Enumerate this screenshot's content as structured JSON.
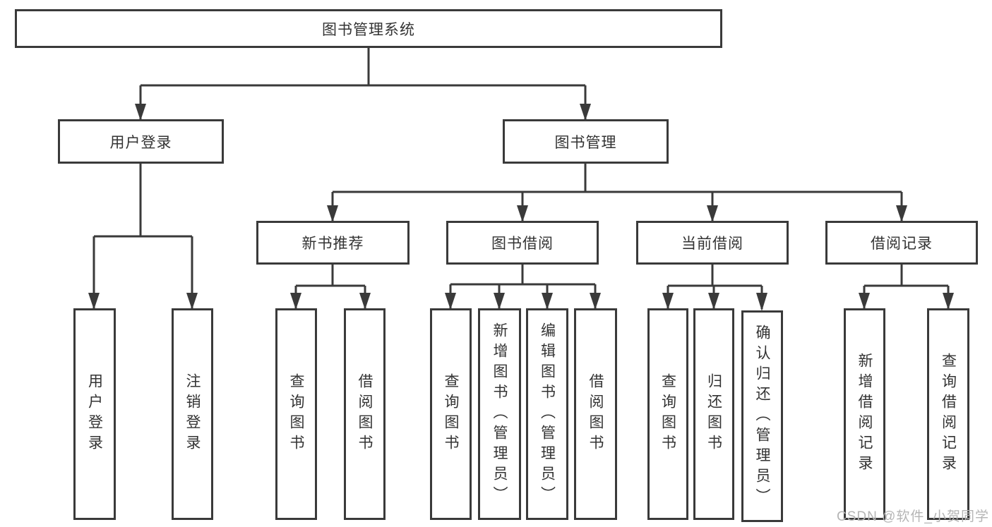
{
  "colors": {
    "line": "#3a3a3a",
    "text": "#333333",
    "watermark": "#b5b5b5",
    "background": "#ffffff"
  },
  "watermark": {
    "text": "CSDN @软件_小贺同学"
  },
  "nodes": {
    "root": "图书管理系统",
    "user_login": "用户登录",
    "book_mgmt": "图书管理",
    "new_book_rec": "新书推荐",
    "book_borrow": "图书借阅",
    "current_borrow": "当前借阅",
    "borrow_records": "借阅记录",
    "leaf_user_login": "用户登录",
    "leaf_logout": "注销登录",
    "rec_query_books": "查询图书",
    "rec_borrow_books": "借阅图书",
    "bb_query_books": "查询图书",
    "bb_add_books": "新增图书（管理员）",
    "bb_edit_books": "编辑图书（管理员）",
    "bb_borrow_books": "借阅图书",
    "cb_query_books": "查询图书",
    "cb_return_books": "归还图书",
    "cb_confirm_return": "确认归还（管理员）",
    "br_add_record": "新增借阅记录",
    "br_query_record": "查询借阅记录"
  }
}
